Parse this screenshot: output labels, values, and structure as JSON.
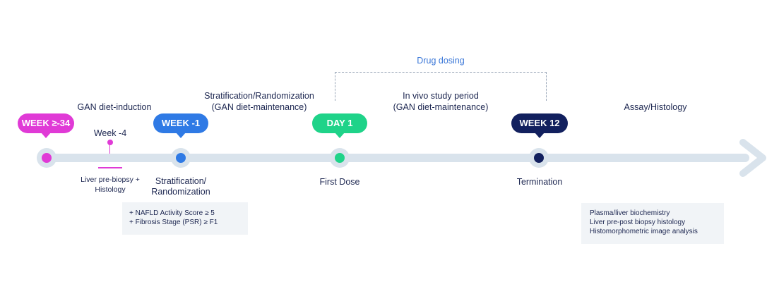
{
  "phases": {
    "diet_induction": "GAN diet-induction",
    "stratification_line1": "Stratification/Randomization",
    "stratification_line2": "(GAN diet-maintenance)",
    "drug_dosing": "Drug dosing",
    "in_vivo_line1": "In vivo study period",
    "in_vivo_line2": "(GAN diet-maintenance)",
    "assay": "Assay/Histology"
  },
  "badges": {
    "week_34": "WEEK ≥-34",
    "week_minus1": "WEEK -1",
    "day1": "DAY 1",
    "week12": "WEEK 12"
  },
  "markers": {
    "week_minus4": "Week -4"
  },
  "milestones": {
    "liver_biopsy_line1": "Liver pre-biopsy +",
    "liver_biopsy_line2": "Histology",
    "stratification_line1": "Stratification/",
    "stratification_line2": "Randomization",
    "first_dose": "First Dose",
    "termination": "Termination"
  },
  "criteria": [
    "+  NAFLD Activity Score ≥ 5",
    "+  Fibrosis Stage (PSR) ≥ F1"
  ],
  "assays": [
    "Plasma/liver biochemistry",
    "Liver pre-post biopsy histology",
    "Histomorphometric image analysis"
  ],
  "colors": {
    "week_34": "#e03ad6",
    "week_minus1": "#2f7ae5",
    "day1": "#1fd389",
    "week12": "#12205e",
    "drug_dosing": "#3c78d8",
    "timeline": "#d9e3ec",
    "text": "#1c2650"
  },
  "icons": {
    "timeline_arrow": "arrow-right-icon"
  }
}
